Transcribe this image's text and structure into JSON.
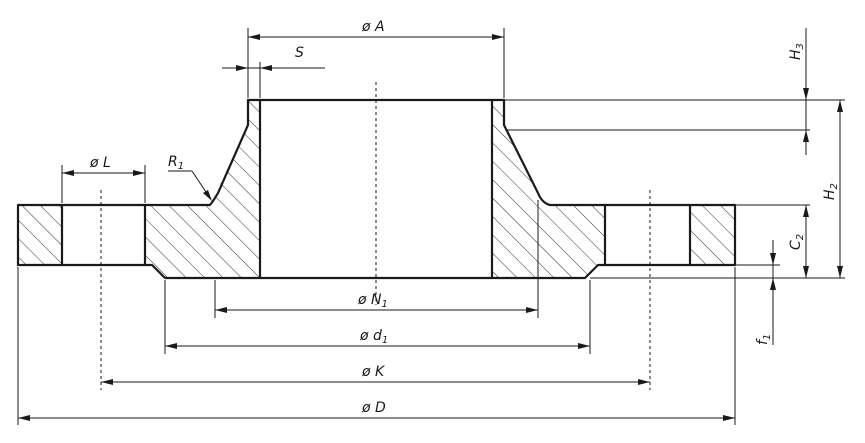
{
  "labels": {
    "A": {
      "prefix": "ø",
      "letter": "A",
      "sub": ""
    },
    "S": {
      "prefix": "",
      "letter": "S",
      "sub": ""
    },
    "H3": {
      "prefix": "",
      "letter": "H",
      "sub": "3"
    },
    "H2": {
      "prefix": "",
      "letter": "H",
      "sub": "2"
    },
    "C2": {
      "prefix": "",
      "letter": "C",
      "sub": "2"
    },
    "f1": {
      "prefix": "",
      "letter": "f",
      "sub": "1"
    },
    "L": {
      "prefix": "ø",
      "letter": "L",
      "sub": ""
    },
    "R1": {
      "prefix": "",
      "letter": "R",
      "sub": "1"
    },
    "N1": {
      "prefix": "ø",
      "letter": "N",
      "sub": "1"
    },
    "d1": {
      "prefix": "ø",
      "letter": "d",
      "sub": "1"
    },
    "K": {
      "prefix": "ø",
      "letter": "K",
      "sub": ""
    },
    "D": {
      "prefix": "ø",
      "letter": "D",
      "sub": ""
    }
  },
  "colors": {
    "line": "#1a1a1a",
    "background": "#ffffff"
  }
}
